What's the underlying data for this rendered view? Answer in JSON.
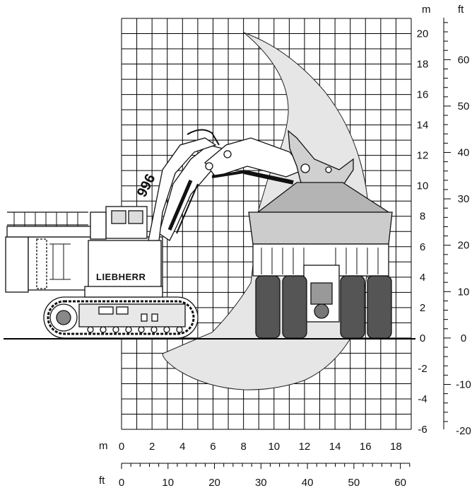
{
  "axes": {
    "metric_unit_label": "m",
    "imperial_unit_label": "ft",
    "x_meters_ticks": [
      "0",
      "2",
      "4",
      "6",
      "8",
      "10",
      "12",
      "14",
      "16",
      "18"
    ],
    "x_feet_ticks": [
      "0",
      "10",
      "20",
      "30",
      "40",
      "50",
      "60"
    ],
    "y_meters_ticks": [
      "20",
      "18",
      "16",
      "14",
      "12",
      "10",
      "8",
      "6",
      "4",
      "2",
      "0",
      "-2",
      "-4",
      "-6"
    ],
    "y_feet_ticks": [
      "60",
      "50",
      "40",
      "30",
      "20",
      "10",
      "0",
      "-10",
      "-20"
    ]
  },
  "machine": {
    "brand": "LIEBHERR",
    "model": "996"
  },
  "colors": {
    "grid": "#000000",
    "working_envelope": "#e6e6e6",
    "truck_load": "#b4b4b4",
    "tyres": "#555555",
    "machine_outline": "#111111"
  }
}
